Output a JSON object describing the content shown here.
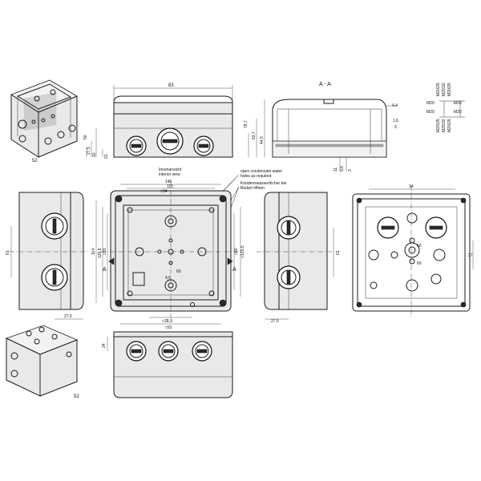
{
  "views": {
    "iso_top": {
      "label": "52"
    },
    "iso_bottom": {
      "label": "52"
    },
    "front": {
      "width": "83",
      "h1": "50",
      "h2": "27,5",
      "h3": "20",
      "h4": "21"
    },
    "section": {
      "title": "A - A",
      "d1": "4,4",
      "d2": "1,6",
      "d3": "3",
      "h1": "78,7",
      "h2": "63,7",
      "h3": "44,5",
      "b1": "11",
      "b2": "9,5",
      "b3": "3"
    },
    "cable_table": {
      "top": [
        "M20/25",
        "M25/32",
        "M20/25"
      ],
      "left": [
        "M20",
        "M20"
      ],
      "right": [
        "M20",
        "M20"
      ],
      "bottom": [
        "M20/25",
        "M25/32",
        "M20/25"
      ]
    },
    "notes": {
      "interior_de": "Innenansicht",
      "interior_en": "interior view",
      "condensation_en_1": "open condensate water",
      "condensation_en_2": "holes as required",
      "condensation_de_1": "Kondenswasserlöcher bei",
      "condensation_de_2": "Bedarf öffnen"
    },
    "plan": {
      "top_dims": [
        "140",
        "115",
        "□94"
      ],
      "bottom_dims": [
        "□28,3",
        "□91"
      ],
      "side_dims": [
        "114",
        "125,5",
        "□91",
        "□80",
        "□125,5"
      ],
      "section_mark": "A",
      "small": [
        "4,5",
        "60"
      ]
    },
    "side_left": {
      "dim_v": "61",
      "dim_h": "27,5"
    },
    "side_right": {
      "dim_v": "61",
      "dim_h": "27,5"
    },
    "bottom_view": {
      "dims": [
        "34",
        "27"
      ],
      "marks": [
        "60",
        "60"
      ]
    },
    "front_lower": {
      "dim": "24"
    }
  }
}
